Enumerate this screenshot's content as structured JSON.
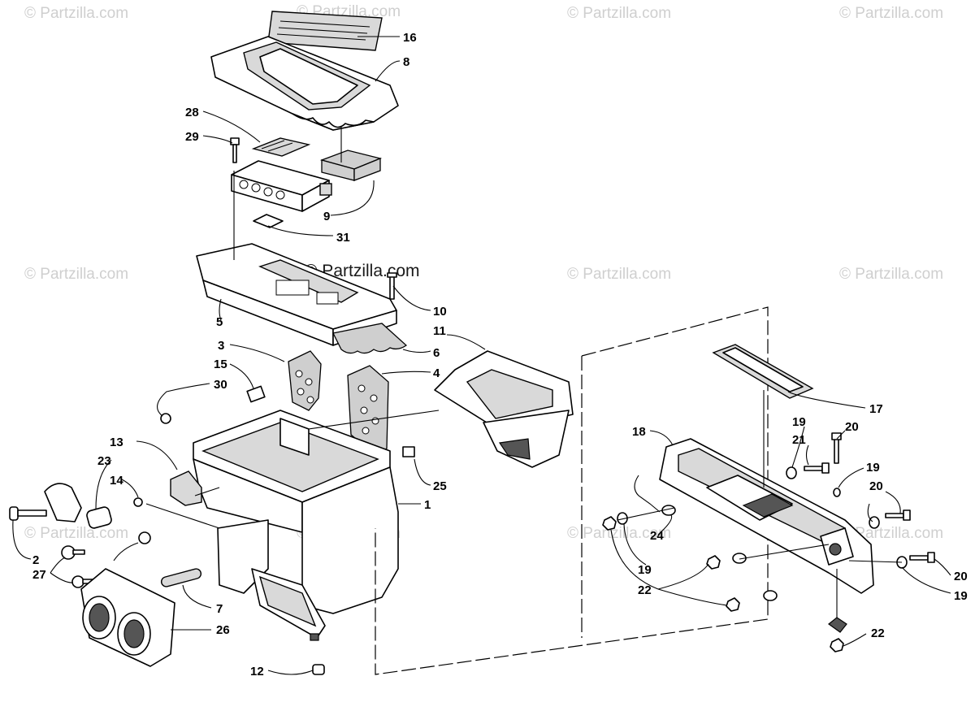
{
  "watermarks": {
    "text": "© Partzilla.com",
    "center_text": "© Partzilla.com"
  },
  "callouts": {
    "c1": "1",
    "c2": "2",
    "c3": "3",
    "c4": "4",
    "c5": "5",
    "c6": "6",
    "c7": "7",
    "c8": "8",
    "c9": "9",
    "c10": "10",
    "c11": "11",
    "c12": "12",
    "c13": "13",
    "c14": "14",
    "c15": "15",
    "c16": "16",
    "c17": "17",
    "c18": "18",
    "c19a": "19",
    "c19b": "19",
    "c19c": "19",
    "c19d": "19",
    "c20a": "20",
    "c20b": "20",
    "c20c": "20",
    "c21": "21",
    "c22a": "22",
    "c22b": "22",
    "c23": "23",
    "c24": "24",
    "c25": "25",
    "c26": "26",
    "c27": "27",
    "c28": "28",
    "c29": "29",
    "c30": "30",
    "c31": "31"
  }
}
